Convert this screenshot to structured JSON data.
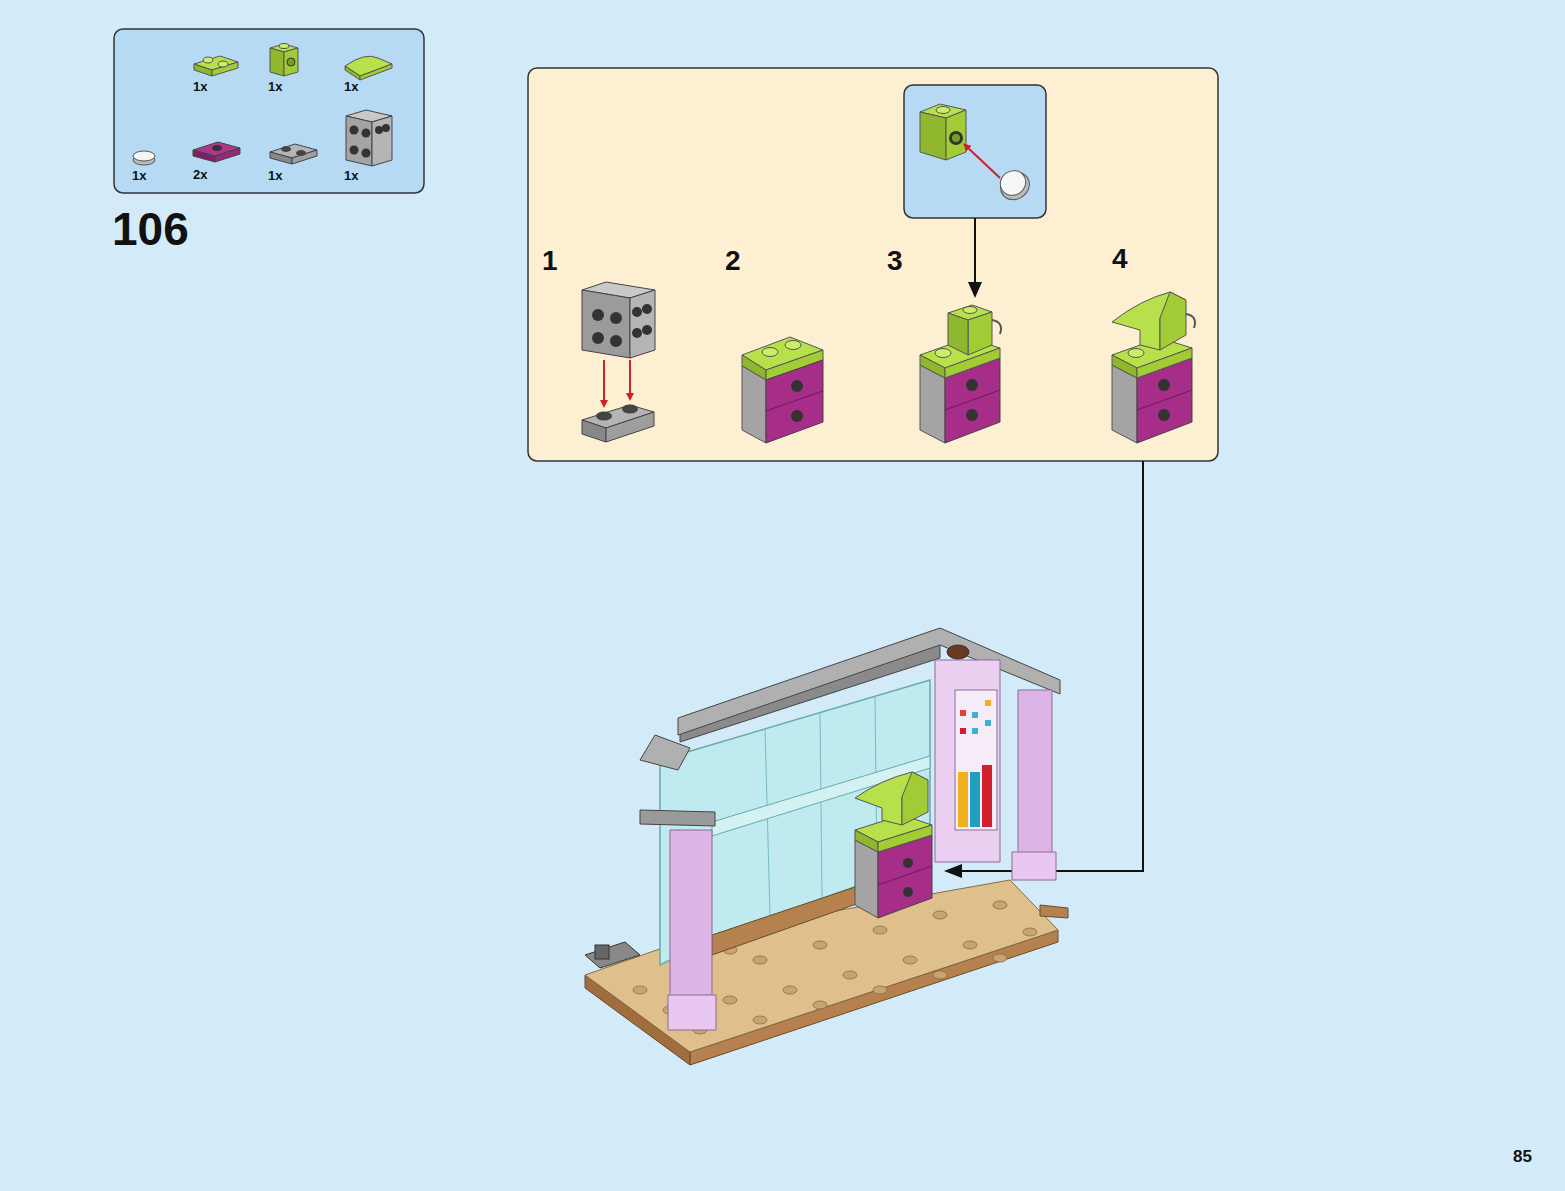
{
  "diagram": {
    "labels": [
      "1x",
      "1x",
      "1x",
      "1x",
      "2x",
      "1x",
      "1x",
      "106",
      "1",
      "2",
      "3",
      "4",
      "85"
    ]
  }
}
